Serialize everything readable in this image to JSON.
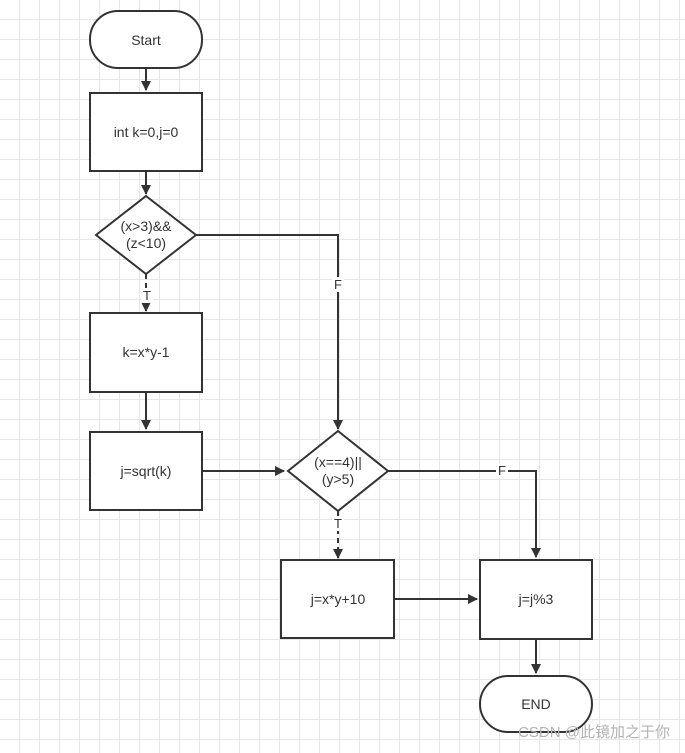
{
  "flowchart": {
    "nodes": {
      "start": "Start",
      "init": "int k=0,j=0",
      "cond1": [
        "(x>3)&&",
        "(z<10)"
      ],
      "calc_k": "k=x*y-1",
      "calc_j1": "j=sqrt(k)",
      "cond2": [
        "(x==4)||",
        "(y>5)"
      ],
      "calc_j2": "j=x*y+10",
      "calc_j3": "j=j%3",
      "end": "END"
    },
    "edge_labels": {
      "cond1_true": "T",
      "cond1_false": "F",
      "cond2_true": "T",
      "cond2_false": "F"
    }
  },
  "watermark": "CSDN @此镜加之于你"
}
